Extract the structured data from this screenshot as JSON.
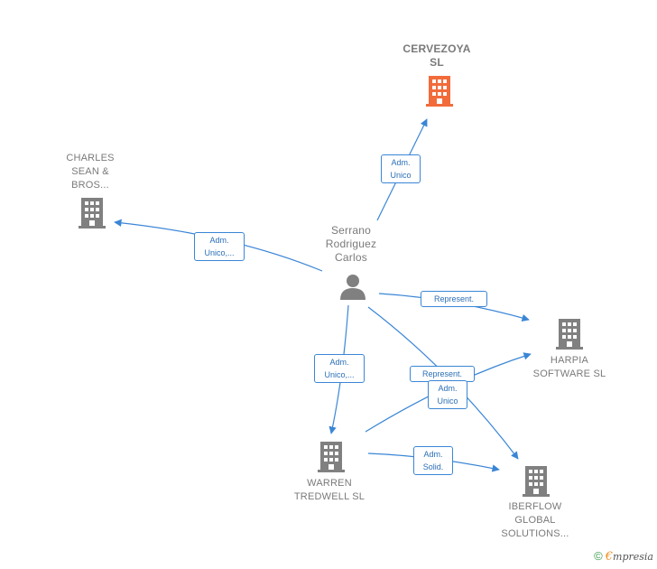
{
  "nodes": {
    "cervezoya": {
      "label": "CERVEZOYA\nSL",
      "color": "#f26b3a"
    },
    "charles": {
      "label": "CHARLES\nSEAN &\nBROS...",
      "color": "#808080"
    },
    "person": {
      "label": "Serrano\nRodriguez\nCarlos",
      "color": "#808080"
    },
    "harpia": {
      "label": "HARPIA\nSOFTWARE SL",
      "color": "#808080"
    },
    "warren": {
      "label": "WARREN\nTREDWELL SL",
      "color": "#808080"
    },
    "iberflow": {
      "label": "IBERFLOW\nGLOBAL\nSOLUTIONS...",
      "color": "#808080"
    }
  },
  "edge_labels": {
    "to_cervezoya": "Adm.\nUnico",
    "to_charles": "Adm.\nUnico,...",
    "to_harpia": "Represent.",
    "to_warren": "Adm.\nUnico,...",
    "to_iberflow_represent": "Represent.",
    "warren_to_harpia": "Adm.\nUnico",
    "warren_to_iberflow": "Adm.\nSolid."
  },
  "edge_color": "#3a86d6",
  "footer": {
    "copyright": "©",
    "brand_first": "€",
    "brand_rest": "mpresia"
  }
}
